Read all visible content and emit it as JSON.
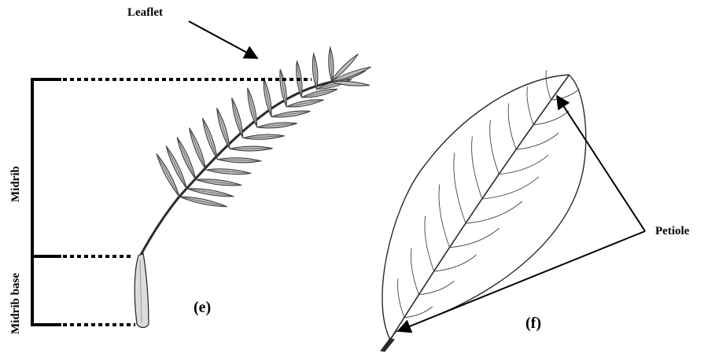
{
  "labels": {
    "leaflet": "Leaflet",
    "midrib": "Midrib",
    "midrib_base": "Midrib base",
    "petiole": "Petiole",
    "panel_e": "(e)",
    "panel_f": "(f)"
  },
  "colors": {
    "line": "#000000",
    "sketch": "#3a3a3a",
    "shade": "#9a9a9a"
  }
}
